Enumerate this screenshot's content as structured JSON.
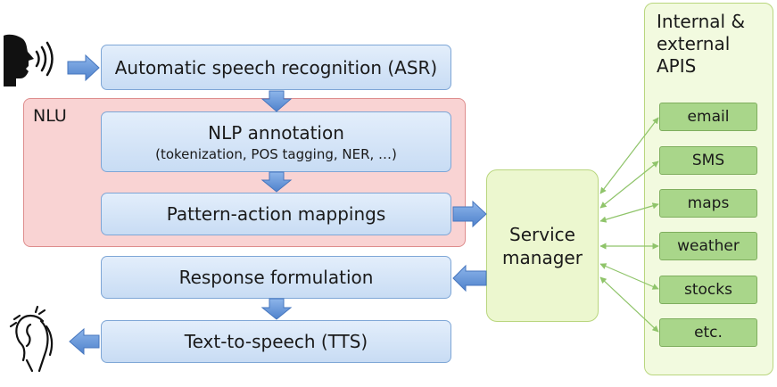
{
  "pipeline": {
    "asr": "Automatic speech recognition (ASR)",
    "nlu_label": "NLU",
    "nlp_annotation": "NLP annotation",
    "nlp_annotation_sub": "(tokenization, POS tagging, NER, …)",
    "pattern_action": "Pattern-action mappings",
    "response": "Response formulation",
    "tts": "Text-to-speech (TTS)"
  },
  "service_manager": {
    "line1": "Service",
    "line2": "manager"
  },
  "apis": {
    "title_lines": [
      "Internal &",
      "external",
      "APIS"
    ],
    "items": [
      "email",
      "SMS",
      "maps",
      "weather",
      "stocks",
      "etc."
    ]
  },
  "icons": [
    "speaking-head-icon",
    "listening-ear-icon"
  ],
  "colors": {
    "blue_box": "#c8dcf4",
    "nlu_fill": "#f9d3d3",
    "service_fill": "#ecf7cf",
    "api_item_fill": "#a9d68a",
    "arrow_blue": "#5b8fd6",
    "connector_green": "#8fc46a"
  }
}
